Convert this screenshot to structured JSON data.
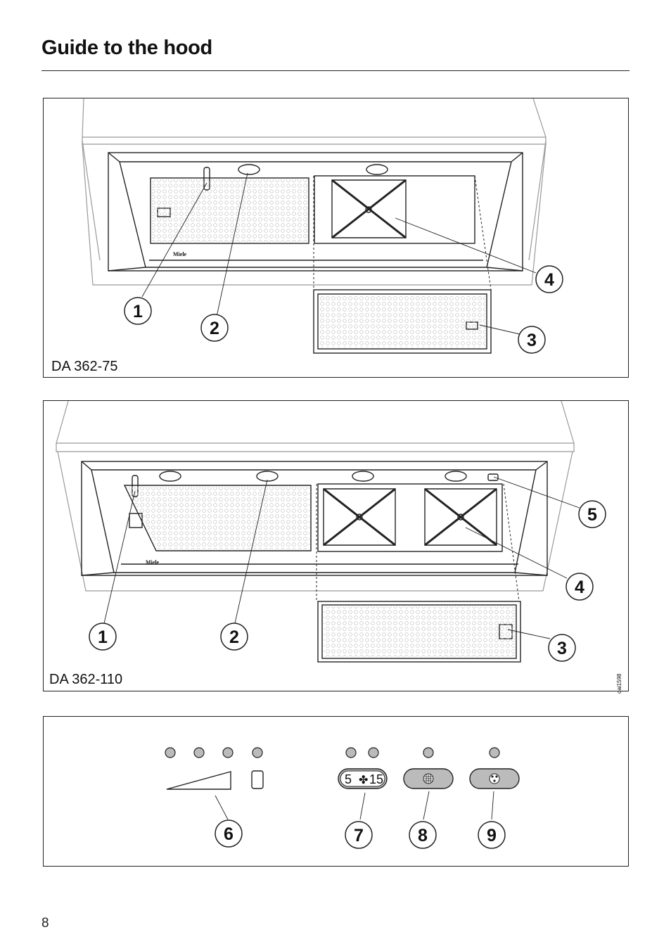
{
  "header": {
    "title": "Guide to the hood"
  },
  "figures": [
    {
      "model": "DA 362-75",
      "brand": "Miele",
      "callouts": [
        "1",
        "2",
        "3",
        "4"
      ]
    },
    {
      "model": "DA 362-110",
      "brand": "Miele",
      "callouts": [
        "1",
        "2",
        "3",
        "4",
        "5"
      ]
    }
  ],
  "control_panel": {
    "callouts": [
      "6",
      "7",
      "8",
      "9"
    ],
    "timer_button_left": "5",
    "timer_button_right": "15"
  },
  "figure_code": "dai1598",
  "footer": {
    "page_number": "8"
  }
}
